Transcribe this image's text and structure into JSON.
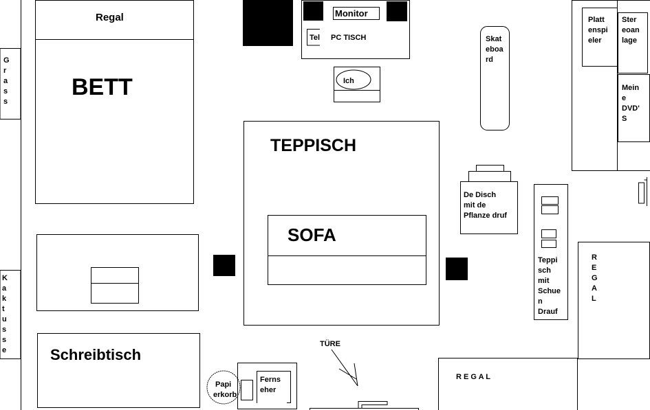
{
  "labels": {
    "regal_top": "Regal",
    "bett": "BETT",
    "grass": [
      "G",
      "r",
      "a",
      "s",
      "s"
    ],
    "kaktusse": [
      "K",
      "a",
      "k",
      "t",
      "u",
      "s",
      "s",
      "e"
    ],
    "schreibtisch": "Schreibtisch",
    "monitor": "Monitor",
    "tel": "Tel",
    "pc_tisch": "PC TISCH",
    "ich": "Ich",
    "skateboard": [
      "Skat",
      "eboa",
      "rd"
    ],
    "teppisch": "TEPPISCH",
    "sofa": "SOFA",
    "disch": [
      "De Disch",
      "mit de",
      "Pflanze druf"
    ],
    "teppisch_schuen": [
      "Teppi",
      "sch",
      "mit",
      "Schue",
      "n",
      "Drauf"
    ],
    "plattenspieler": [
      "Platt",
      "enspi",
      "eler"
    ],
    "stereoanlage": [
      "Ster",
      "eoan",
      "lage"
    ],
    "dvds": [
      "Mein",
      "e",
      "DVD'",
      "S"
    ],
    "regal_right": [
      "R",
      "E",
      "G",
      "A",
      "L"
    ],
    "regal_bottom": "R E G A L",
    "tuere": "TÜRE",
    "papierkorb": [
      "Papi",
      "erkorb"
    ],
    "fernseher": [
      "Ferns",
      "eher"
    ]
  }
}
